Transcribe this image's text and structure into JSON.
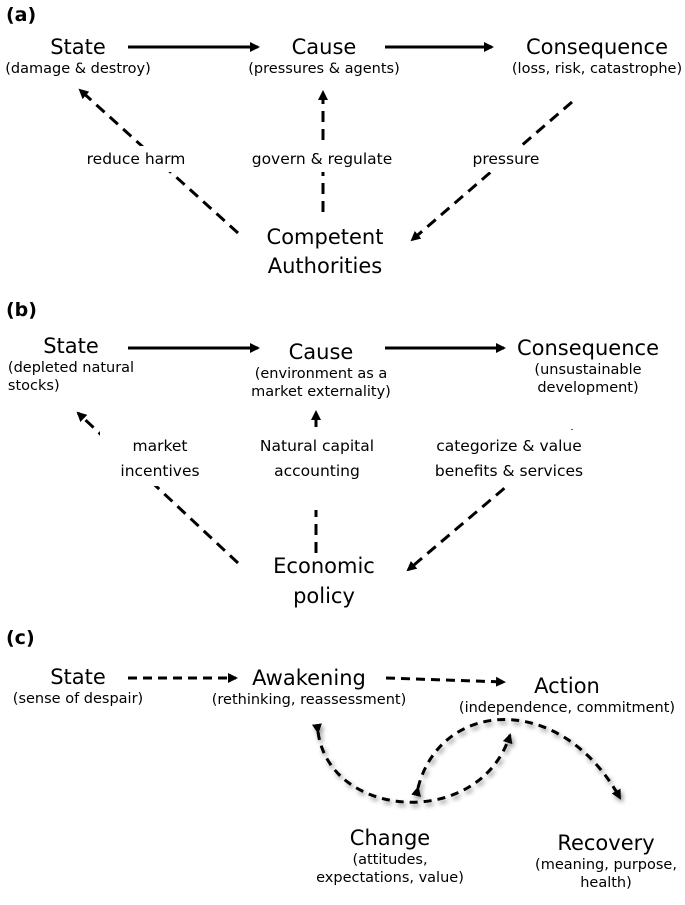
{
  "panels": {
    "a": {
      "tag": "(a)",
      "state": {
        "title": "State",
        "sub": "(damage & destroy)"
      },
      "cause": {
        "title": "Cause",
        "sub": "(pressures & agents)"
      },
      "consequence": {
        "title": "Consequence",
        "sub": "(loss, risk, catastrophe)"
      },
      "actor": {
        "line1": "Competent",
        "line2": "Authorities"
      },
      "links": {
        "left": "reduce harm",
        "center": "govern & regulate",
        "right": "pressure"
      }
    },
    "b": {
      "tag": "(b)",
      "state": {
        "title": "State",
        "sub1": "(depleted natural",
        "sub2": "stocks)"
      },
      "cause": {
        "title": "Cause",
        "sub1": "(environment as a",
        "sub2": "market externality)"
      },
      "consequence": {
        "title": "Consequence",
        "sub1": "(unsustainable",
        "sub2": "development)"
      },
      "actor": {
        "line1": "Economic",
        "line2": "policy"
      },
      "links": {
        "left1": "market",
        "left2": "incentives",
        "center1": "Natural capital",
        "center2": "accounting",
        "right1": "categorize  & value",
        "right2": "benefits & services"
      }
    },
    "c": {
      "tag": "(c)",
      "state": {
        "title": "State",
        "sub": "(sense of despair)"
      },
      "awakening": {
        "title": "Awakening",
        "sub": "(rethinking, reassessment)"
      },
      "action": {
        "title": "Action",
        "sub": "(independence, commitment)"
      },
      "change": {
        "title": "Change",
        "sub1": "(attitudes,",
        "sub2": "expectations, value)"
      },
      "recovery": {
        "title": "Recovery",
        "sub1": "(meaning, purpose,",
        "sub2": "health)"
      }
    }
  }
}
